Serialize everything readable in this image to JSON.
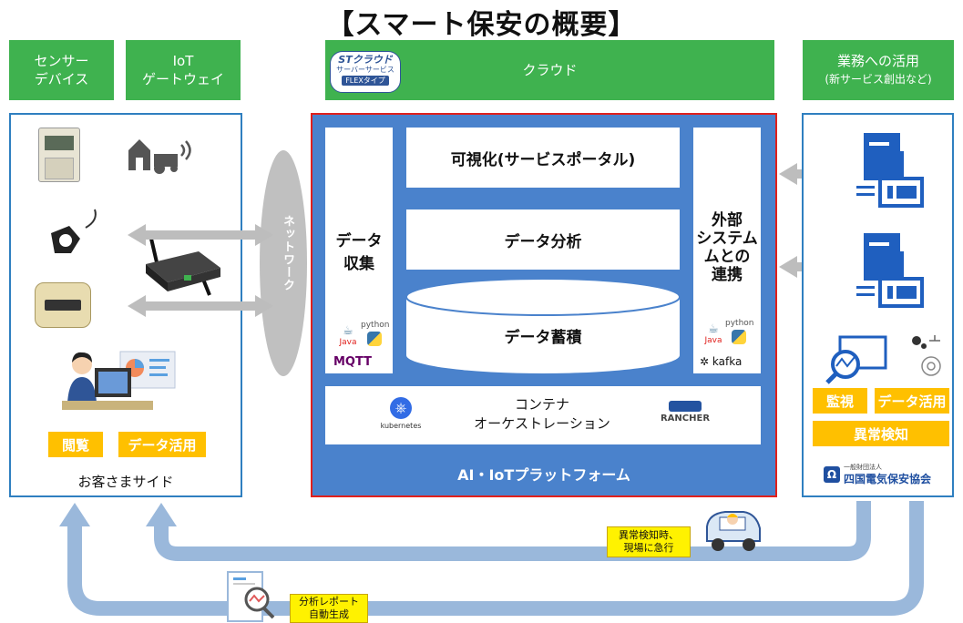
{
  "title": "【スマート保安の概要】",
  "headers": {
    "sensor_line1": "センサー",
    "sensor_line2": "デバイス",
    "iot_line1": "IoT",
    "iot_line2": "ゲートウェイ",
    "cloud": "クラウド",
    "business_line1": "業務への活用",
    "business_line2": "(新サービス創出など)"
  },
  "logo": {
    "line1": "STクラウド",
    "line2": "サーバーサービス",
    "line3": "FLEXタイプ"
  },
  "network_label": "ネットワーク",
  "left_panel": {
    "view_button": "閲覧",
    "data_use_button": "データ活用",
    "caption": "お客さまサイド"
  },
  "cloud_panel": {
    "collect_line1": "データ",
    "collect_line2": "収集",
    "visualize": "可視化(サービスポータル)",
    "analyze": "データ分析",
    "store": "データ蓄積",
    "external_line1": "外部",
    "external_line2": "システム",
    "external_line3": "ムとの",
    "external_line4": "連携",
    "container_line1": "コンテナ",
    "container_line2": "オーケストレーション",
    "platform": "AI・IoTプラットフォーム",
    "tech": {
      "java": "Java",
      "python": "python",
      "mqtt": "MQTT",
      "kafka": "kafka",
      "kubernetes": "kubernetes",
      "rancher": "RANCHER"
    }
  },
  "right_panel": {
    "monitor_button": "監視",
    "data_use_button": "データ活用",
    "anomaly_button": "異常検知",
    "org_small": "一般財団法人",
    "org_name": "四国電気保安協会"
  },
  "notes": {
    "dispatch_line1": "異常検知時、",
    "dispatch_line2": "現場に急行",
    "report_line1": "分析レポート",
    "report_line2": "自動生成"
  },
  "colors": {
    "green": "#3fb24f",
    "blue": "#4a82cc",
    "red_border": "#e0201c",
    "yellow": "#ffc000",
    "arrow": "#9ab8db"
  }
}
